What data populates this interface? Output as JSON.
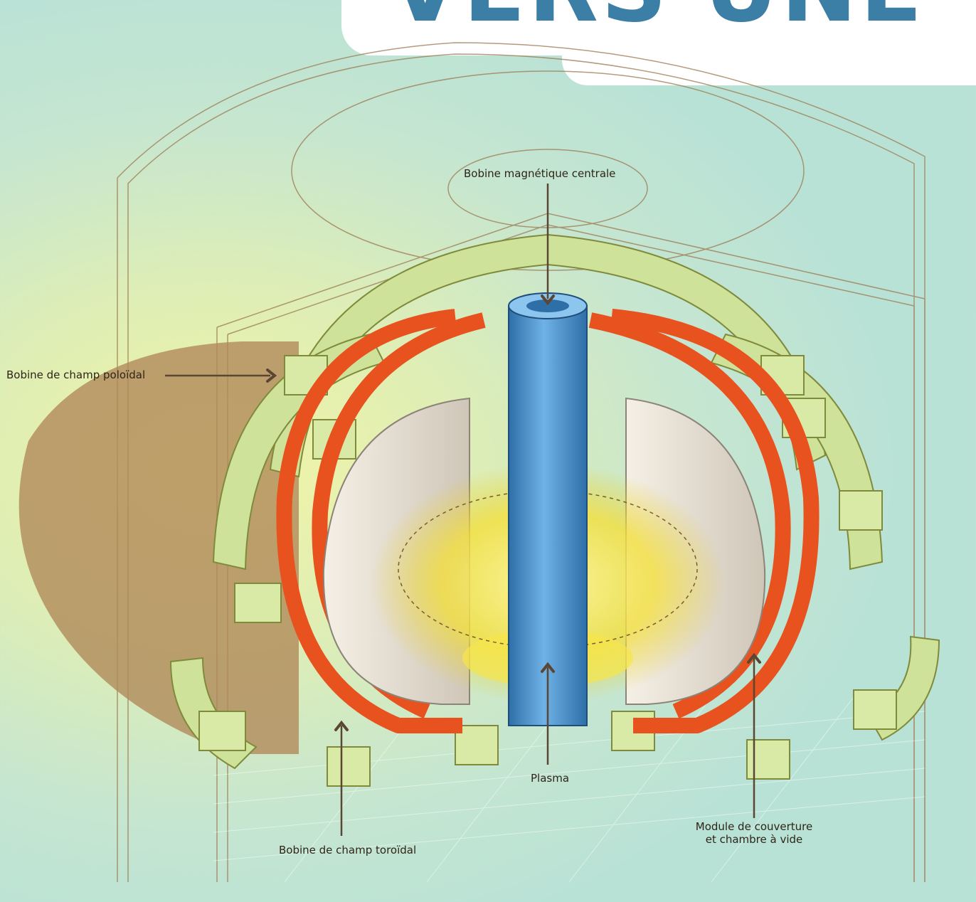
{
  "title": "VERS UNE",
  "labels": {
    "central_coil": "Bobine magnétique centrale",
    "poloidal_coil": "Bobine de champ poloïdal",
    "toroidal_coil": "Bobine de champ toroïdal",
    "plasma": "Plasma",
    "blanket_line1": "Module de couverture",
    "blanket_line2": "et chambre à vide"
  },
  "colors": {
    "title": "#3b7fa6",
    "poloidal_coils": "#cfe29a",
    "toroidal_coils": "#e8521f",
    "central_solenoid": "#4a90c8",
    "plasma": "#f6e54a",
    "leader_lines": "#5b4634",
    "frame_lines": "#9c7a52"
  }
}
